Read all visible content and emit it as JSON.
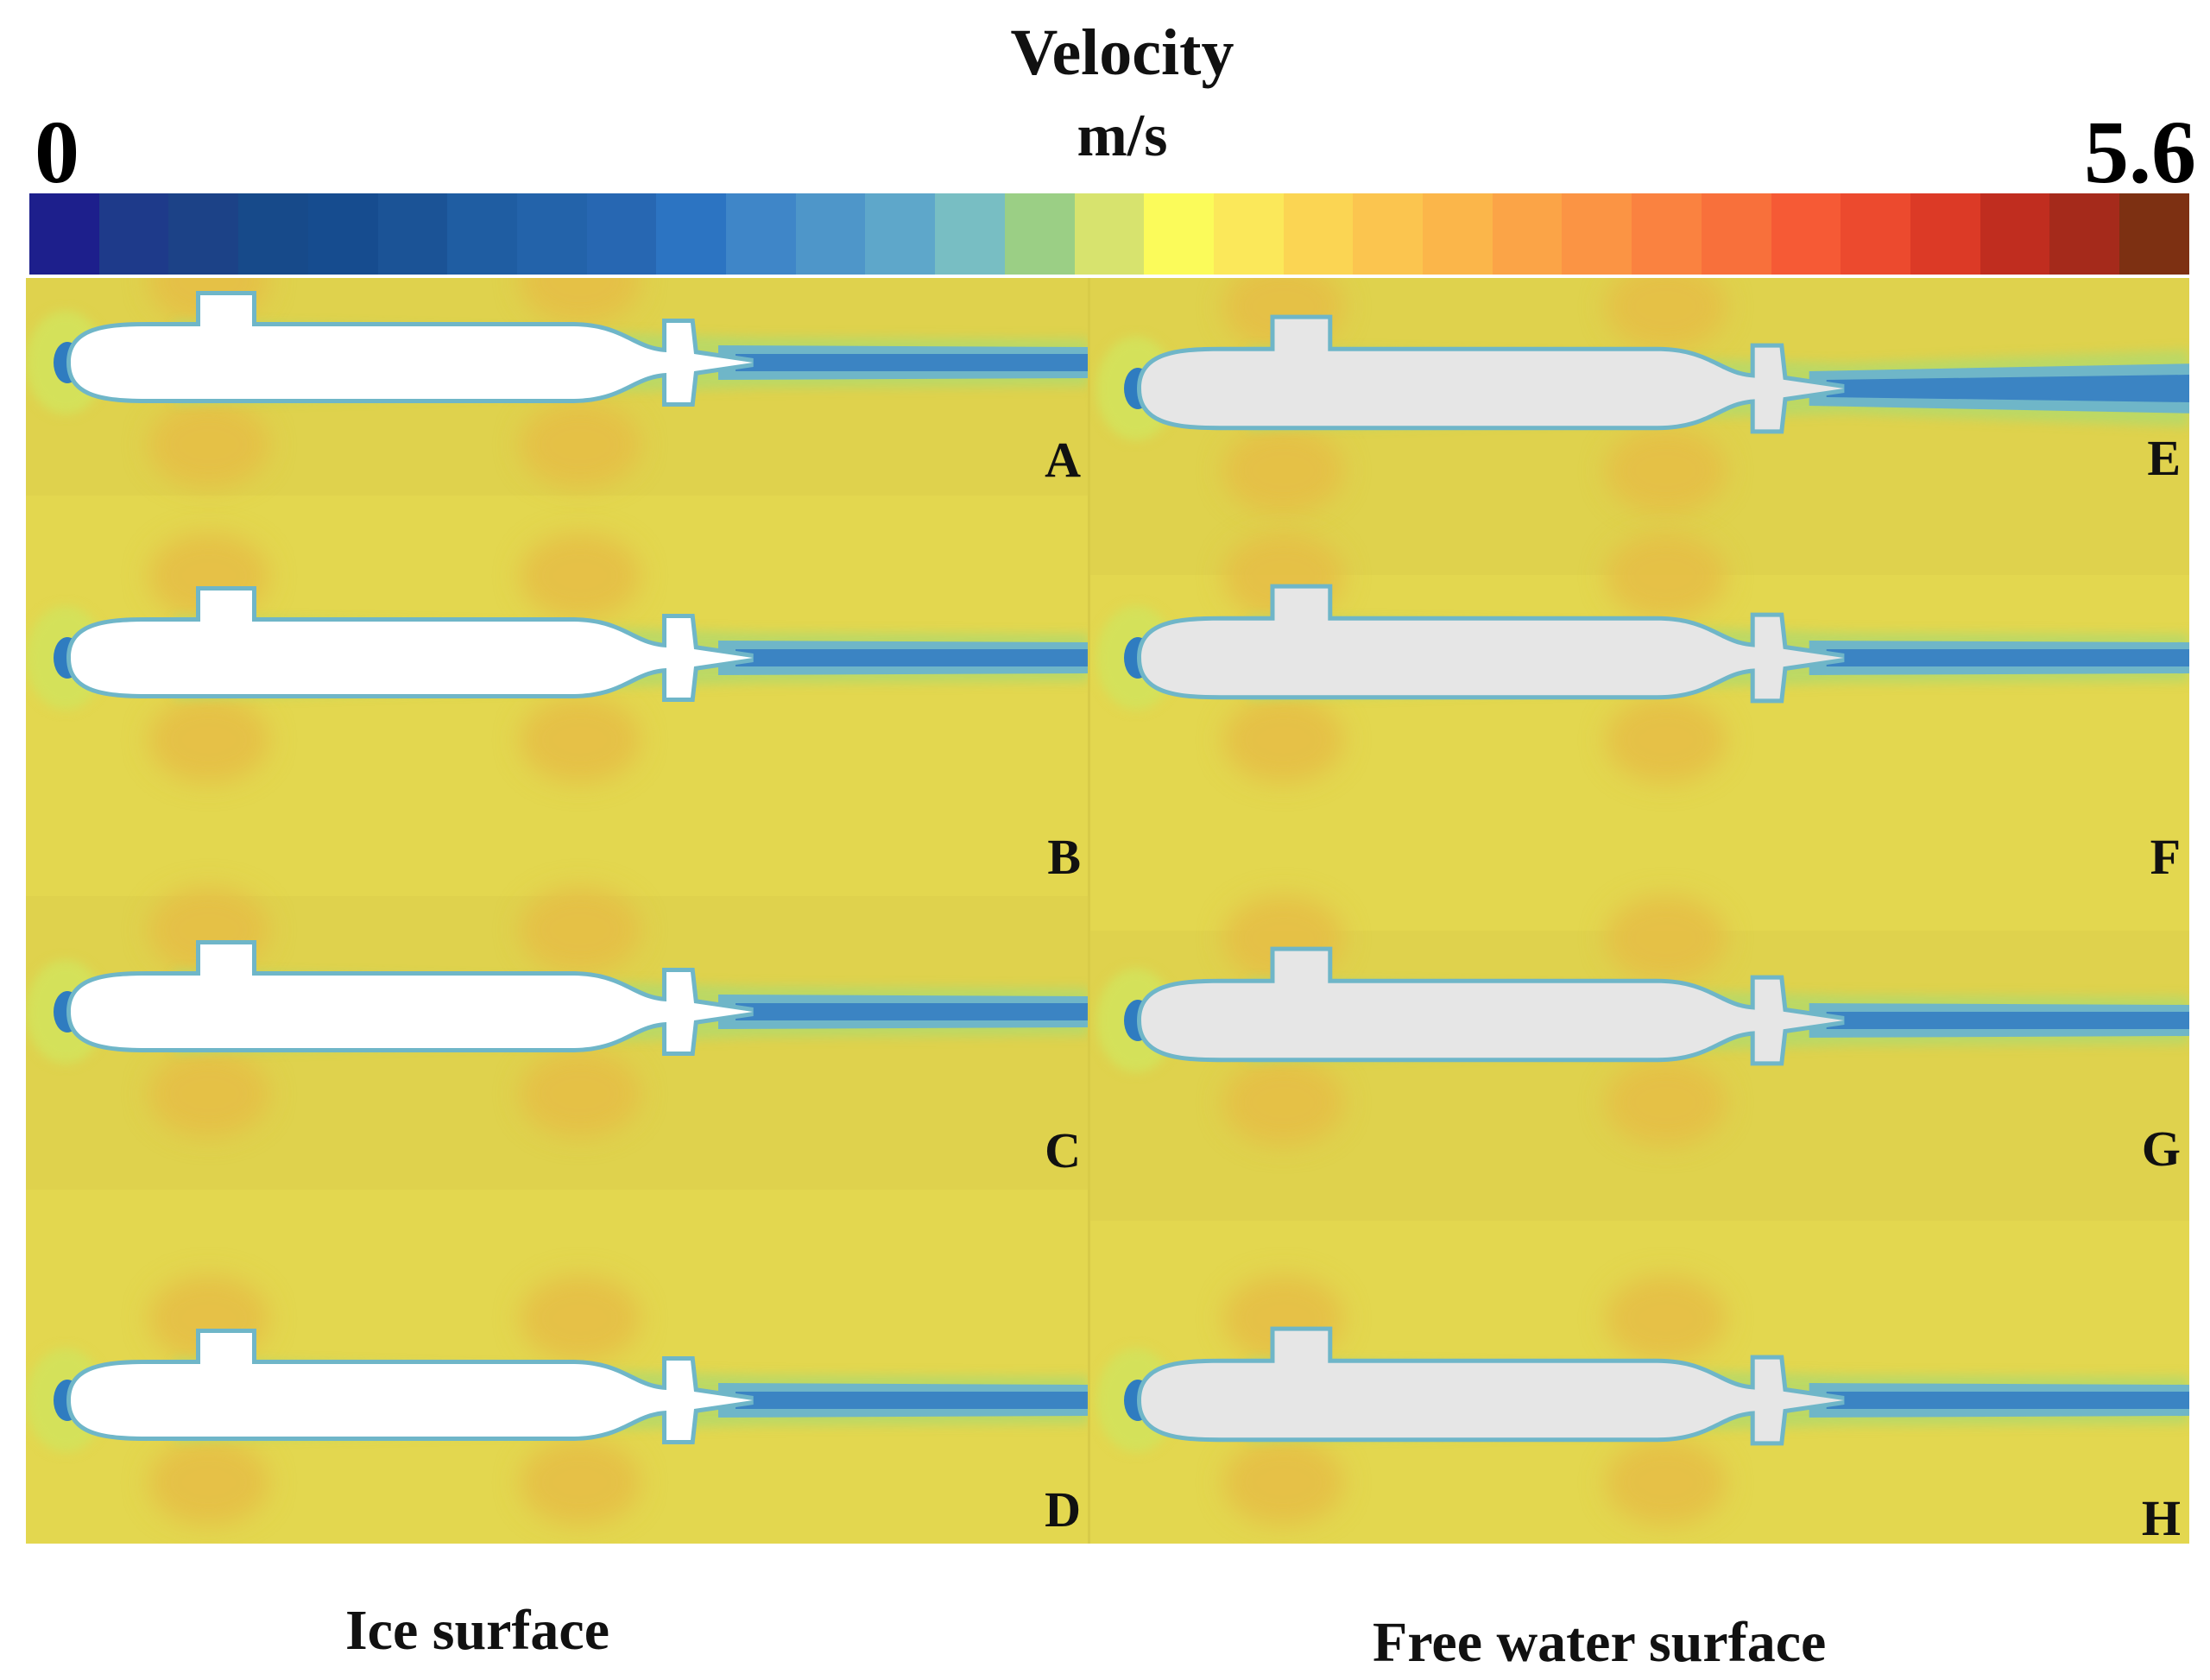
{
  "legend": {
    "title": "Velocity",
    "unit": "m/s",
    "min_label": "0",
    "max_label": "5.6",
    "range": [
      0,
      5.6
    ],
    "colors": [
      "#1d1f8c",
      "#1e3a8a",
      "#1c4287",
      "#174a8a",
      "#164c8f",
      "#1b5396",
      "#1f5da2",
      "#2363aa",
      "#2767b2",
      "#2c74c2",
      "#3f86c8",
      "#4e96c9",
      "#5ea7ca",
      "#78bec3",
      "#9bcf85",
      "#d7e36e",
      "#fbfb5a",
      "#fbe85a",
      "#fbd553",
      "#fbc54f",
      "#fbb64a",
      "#fba447",
      "#fb9444",
      "#fa8240",
      "#f8703b",
      "#f65a35",
      "#ec4a2e",
      "#dc3a26",
      "#c02d1f",
      "#a52a1b",
      "#7d3012"
    ]
  },
  "panels": {
    "ice_surface": [
      {
        "label": "A"
      },
      {
        "label": "B"
      },
      {
        "label": "C"
      },
      {
        "label": "D"
      }
    ],
    "free_water_surface": [
      {
        "label": "E"
      },
      {
        "label": "F"
      },
      {
        "label": "G"
      },
      {
        "label": "H"
      }
    ]
  },
  "colors": {
    "field": "#dfd24d",
    "field_alt": "#e3d74f",
    "high_speed": "#e5bf47",
    "mid_band": "#d4e15a",
    "wake_inner": "#3b84c3",
    "wake_mid": "#6fb6c8",
    "wake_outer": "#b8d967",
    "hull_ice": "#ffffff",
    "hull_free": "#e6e6e6",
    "stagnation": "#2f7cc0"
  },
  "captions": {
    "left": "Ice surface",
    "right": "Free water surface"
  }
}
